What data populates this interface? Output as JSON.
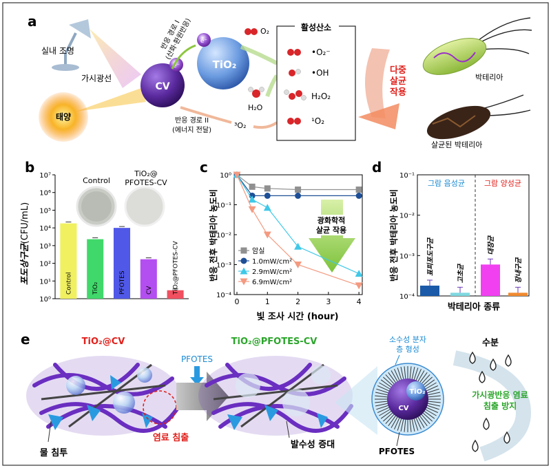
{
  "panel_a": {
    "label": "a",
    "indoor_light": "실내 조명",
    "visible_light": "가시광선",
    "sun": "태양",
    "cv": "CV",
    "electron": "e⁻",
    "tio2": "TiO₂",
    "pathway1_line1": "반응 경로 I",
    "pathway1_line2": "(산화·환원반응)",
    "pathway2_line1": "반응 경로 II",
    "pathway2_line2": "(에너지 전달)",
    "o2": "O₂",
    "h2o": "H₂O",
    "triplet_o2": "³O₂",
    "ros_title": "활성산소",
    "ros": [
      "•O₂⁻",
      "•OH",
      "H₂O₂",
      "¹O₂"
    ],
    "multi_line1": "다중",
    "multi_line2": "살균",
    "multi_line3": "작용",
    "bacteria": "박테리아",
    "killed_bacteria": "살균된 박테리아"
  },
  "panel_b": {
    "label": "b",
    "photo_left": "Control",
    "photo_right_line1": "TiO₂@",
    "photo_right_line2": "PFOTES-CV",
    "ylabel_bold": "포도상구균",
    "ylabel_unit": "(CFU/mL)",
    "yticks": [
      "10⁰",
      "10¹",
      "10²",
      "10³",
      "10⁴",
      "10⁵",
      "10⁶",
      "10⁷"
    ]
  },
  "panel_c": {
    "label": "c",
    "ylabel": "반응 전후 박테리아 농도비",
    "xlabel": "빛 조사 시간 (hour)",
    "yticks": [
      "10⁻⁴",
      "10⁻³",
      "10⁻²",
      "10⁻¹",
      "10⁰"
    ],
    "annotation_line1": "광화학적",
    "annotation_line2": "살균 작용"
  },
  "panel_d": {
    "label": "d",
    "ylabel": "반응 전후 박테리아 농도비",
    "xlabel": "박테리아 종류",
    "yticks": [
      "10⁻⁴",
      "10⁻³",
      "10⁻²",
      "10⁻¹"
    ],
    "gram_negative": "그람 음성균",
    "gram_positive": "그람 양성균"
  },
  "panel_e": {
    "label": "e",
    "left_title": "TiO₂@CV",
    "pfotes": "PFOTES",
    "mid_title": "TiO₂@PFOTES-CV",
    "water_penetration": "물 침투",
    "dye_leaching": "염료 침출",
    "hydrophobicity": "발수성 증대",
    "layer_line1": "소수성 분자",
    "layer_line2": "층 형성",
    "core_tio2": "TiO₂",
    "core_cv": "CV",
    "pfotes_bottom": "PFOTES",
    "moisture": "수분",
    "prevent_line1": "가시광반응 염료",
    "prevent_line2": "침출 방지"
  },
  "colors": {
    "cv_purple": "#5a2a9e",
    "tio2_blue": "#5f8fd8",
    "arrow_green": "#8cc63f",
    "red_text": "#e0201b",
    "green_text": "#2aa52a",
    "blue_text": "#1a8ad4"
  },
  "chart_data": [
    {
      "panel": "b",
      "type": "bar",
      "y_scale": "log",
      "ylim": [
        1,
        10000000
      ],
      "categories": [
        "Control",
        "TiO₂",
        "PFOTES",
        "CV",
        "TiO₂@PFOTES-CV"
      ],
      "values": [
        18000,
        2300,
        10000,
        170,
        3
      ],
      "colors": [
        "#f0f060",
        "#40d86a",
        "#5058e8",
        "#b34ef0",
        "#f05060"
      ],
      "ylabel": "포도상구균(CFU/mL)"
    },
    {
      "panel": "c",
      "type": "line",
      "y_scale": "log",
      "ylim": [
        0.0001,
        1
      ],
      "xlim": [
        0,
        4.2
      ],
      "xticks": [
        0,
        1,
        2,
        3,
        4
      ],
      "xlabel": "빛 조사 시간 (hour)",
      "ylabel": "반응 전후 박테리아 농도비",
      "series": [
        {
          "name": "암실",
          "color": "#909090",
          "marker": "square",
          "x": [
            0,
            0.5,
            1,
            2,
            4
          ],
          "y": [
            1.0,
            0.4,
            0.35,
            0.32,
            0.32
          ]
        },
        {
          "name": "1.0mW/cm²",
          "color": "#1e4f96",
          "marker": "circle",
          "x": [
            0,
            0.5,
            1,
            2,
            4
          ],
          "y": [
            1.0,
            0.2,
            0.2,
            0.2,
            0.2
          ]
        },
        {
          "name": "2.9mW/cm²",
          "color": "#3fc8e8",
          "marker": "triangle-up",
          "x": [
            0,
            0.5,
            1,
            2,
            4
          ],
          "y": [
            1.0,
            0.15,
            0.08,
            0.004,
            0.0005
          ]
        },
        {
          "name": "6.9mW/cm²",
          "color": "#f39a80",
          "marker": "triangle-down",
          "x": [
            0,
            0.5,
            1,
            2,
            4
          ],
          "y": [
            1.0,
            0.07,
            0.01,
            0.001,
            0.0002
          ]
        }
      ]
    },
    {
      "panel": "d",
      "type": "bar",
      "y_scale": "log",
      "ylim": [
        0.0001,
        0.1
      ],
      "xlabel": "박테리아 종류",
      "ylabel": "반응 전후 박테리아 농도비",
      "categories": [
        "표피포도구균",
        "고초균",
        "대장균",
        "장내구균"
      ],
      "values": [
        0.00018,
        0.00012,
        0.0006,
        0.00012
      ],
      "colors": [
        "#1a5aa8",
        "#7fd8e0",
        "#f040f0",
        "#f08a30"
      ]
    }
  ]
}
